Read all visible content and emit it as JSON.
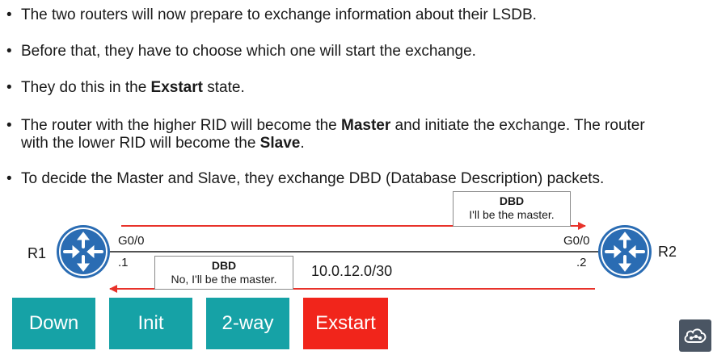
{
  "bullets": [
    {
      "parts": [
        {
          "text": "The two routers will now prepare to exchange information about their LSDB.",
          "bold": false
        }
      ]
    },
    {
      "parts": [
        {
          "text": "Before that, they have to choose which one will start the exchange.",
          "bold": false
        }
      ]
    },
    {
      "parts": [
        {
          "text": "They do this in the ",
          "bold": false
        },
        {
          "text": "Exstart",
          "bold": true
        },
        {
          "text": " state.",
          "bold": false
        }
      ]
    },
    {
      "line1": [
        {
          "text": "The router with the higher RID will become the ",
          "bold": false
        },
        {
          "text": "Master",
          "bold": true
        },
        {
          "text": " and initiate the exchange.  The router",
          "bold": false
        }
      ],
      "line2": [
        {
          "text": "with the lower RID will become the ",
          "bold": false
        },
        {
          "text": "Slave",
          "bold": true
        },
        {
          "text": ".",
          "bold": false
        }
      ]
    },
    {
      "parts": [
        {
          "text": "To decide the Master and Slave, they exchange DBD (Database Description) packets.",
          "bold": false
        }
      ]
    }
  ],
  "diagram": {
    "r1": {
      "name": "R1",
      "interface": "G0/0",
      "ip": ".1"
    },
    "r2": {
      "name": "R2",
      "interface": "G0/0",
      "ip": ".2"
    },
    "network": "10.0.12.0/30",
    "dbd_master": {
      "title": "DBD",
      "text": "I'll be the master."
    },
    "dbd_slave": {
      "title": "DBD",
      "text": "No, I'll be the master."
    },
    "arrow_color": "#e8322a",
    "router_color": "#2a6cb3"
  },
  "states": [
    {
      "label": "Down",
      "color": "#16a2a6"
    },
    {
      "label": "Init",
      "color": "#16a2a6"
    },
    {
      "label": "2-way",
      "color": "#16a2a6"
    },
    {
      "label": "Exstart",
      "color": "#f1251b"
    }
  ],
  "logo_icon": "cloud-network-icon"
}
